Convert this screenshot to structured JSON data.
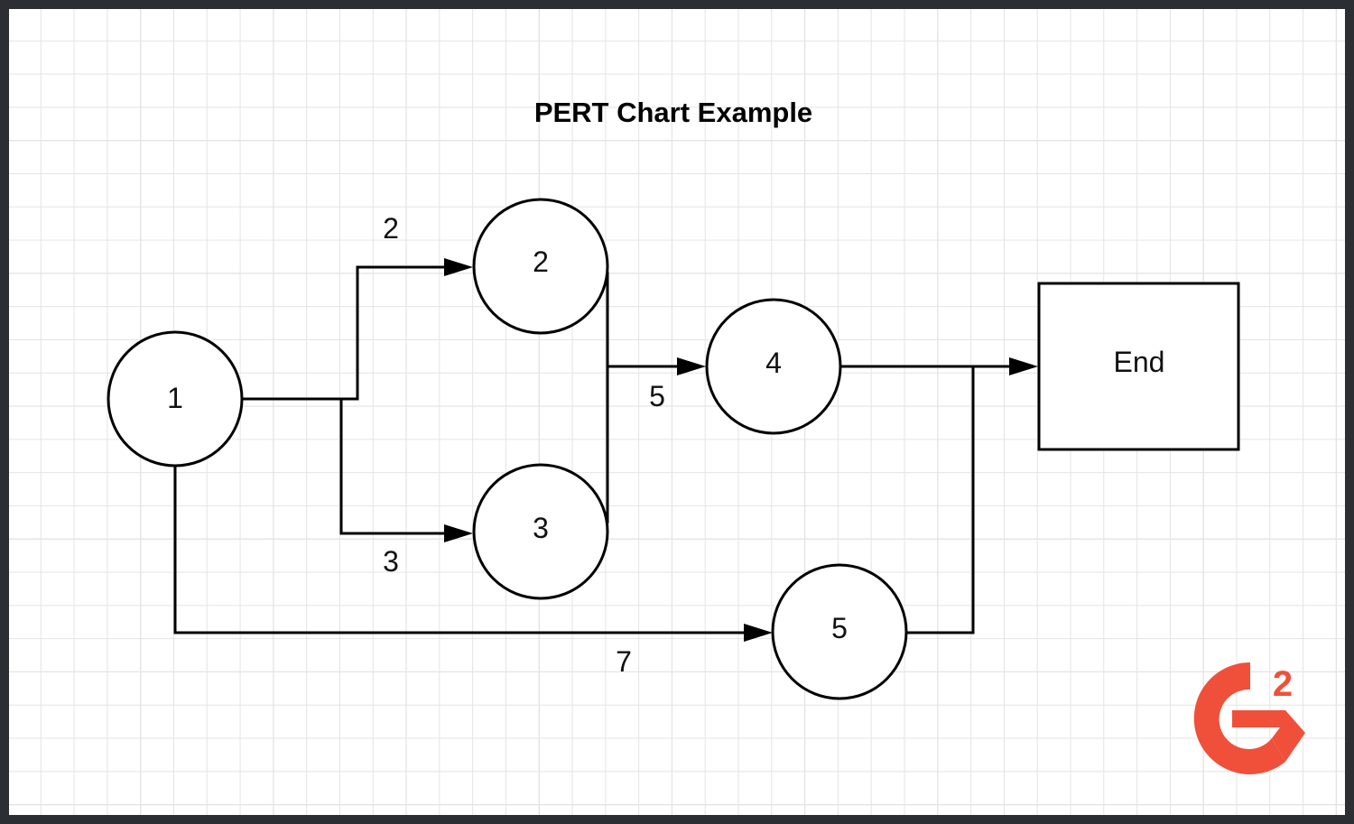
{
  "diagram": {
    "title": "PERT Chart Example",
    "nodes": [
      {
        "id": "n1",
        "shape": "circle",
        "label": "1"
      },
      {
        "id": "n2",
        "shape": "circle",
        "label": "2"
      },
      {
        "id": "n3",
        "shape": "circle",
        "label": "3"
      },
      {
        "id": "n4",
        "shape": "circle",
        "label": "4"
      },
      {
        "id": "n5",
        "shape": "circle",
        "label": "5"
      },
      {
        "id": "end",
        "shape": "rectangle",
        "label": "End"
      }
    ],
    "edges": [
      {
        "from": "n1",
        "to": "n2",
        "label": "2"
      },
      {
        "from": "n1",
        "to": "n3",
        "label": "3"
      },
      {
        "from": "n2",
        "to": "n4",
        "label": "5"
      },
      {
        "from": "n3",
        "to": "n4",
        "label": ""
      },
      {
        "from": "n1",
        "to": "n5",
        "label": "7"
      },
      {
        "from": "n4",
        "to": "end",
        "label": ""
      },
      {
        "from": "n5",
        "to": "end",
        "label": ""
      }
    ]
  },
  "logo": {
    "text": "G2",
    "color": "#f0503a"
  }
}
